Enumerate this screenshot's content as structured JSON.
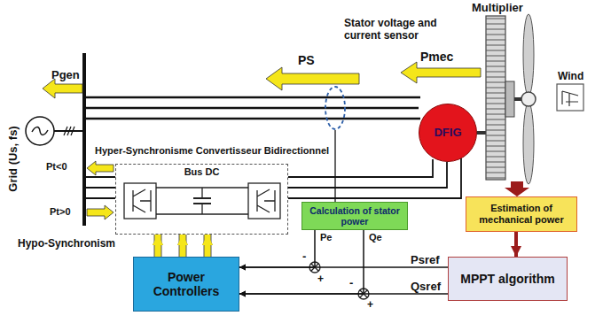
{
  "diagram": {
    "nodes": [
      {
        "text": [
          "DFIG"
        ]
      },
      {
        "text": [
          "Hyper-Synchronisme Convertisseur Bidirectionnel",
          "Bus DC"
        ]
      },
      {
        "text": [
          "Calculation of stator power"
        ]
      },
      {
        "text": [
          "Estimation of mechanical power"
        ]
      },
      {
        "text": [
          "MPPT algorithm"
        ]
      },
      {
        "text": [
          "Power Controllers"
        ]
      }
    ],
    "edges": [
      {
        "from": 5,
        "to": 1,
        "arrow": "to"
      },
      {
        "from": 3,
        "to": 4,
        "arrow": "to"
      },
      {
        "from": 4,
        "to": 5,
        "label": "Psref",
        "arrow": "to"
      },
      {
        "from": 4,
        "to": 5,
        "label": "Qsref",
        "arrow": "to"
      },
      {
        "from": 2,
        "to": 5,
        "label": "Pe",
        "arrow": "to"
      },
      {
        "from": 2,
        "to": 5,
        "label": "Qe",
        "arrow": "to"
      }
    ],
    "labels": [
      "Grid (Us, fs)",
      "Pgen",
      "PS",
      "Pmec",
      "Multiplier",
      "Wind",
      "Stator voltage and current sensor",
      "Pt<0",
      "Pt>0",
      "Hypo-Synchronism",
      "-",
      "+",
      "-",
      "+"
    ]
  }
}
